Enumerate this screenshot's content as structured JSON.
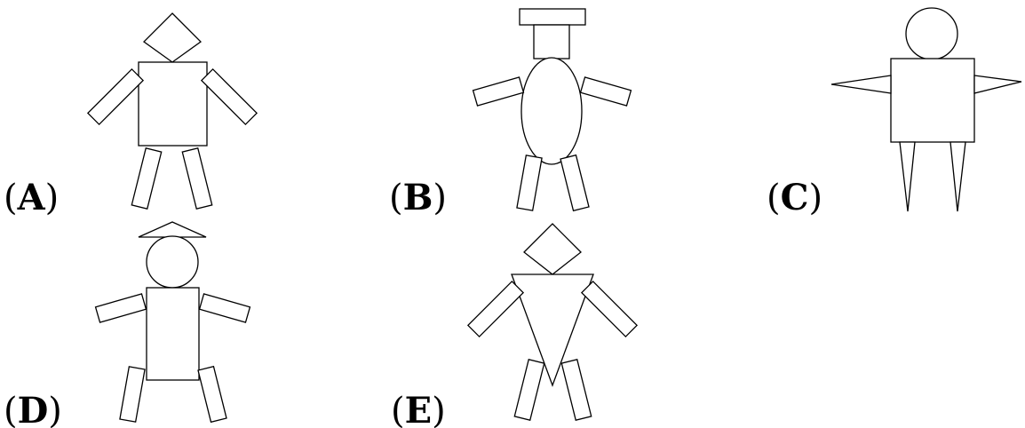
{
  "figures": [
    {
      "id": "A",
      "label_open": "(",
      "letter": "A",
      "label_close": ")"
    },
    {
      "id": "B",
      "label_open": "(",
      "letter": "B",
      "label_close": ")"
    },
    {
      "id": "C",
      "label_open": "(",
      "letter": "C",
      "label_close": ")"
    },
    {
      "id": "D",
      "label_open": "(",
      "letter": "D",
      "label_close": ")"
    },
    {
      "id": "E",
      "label_open": "(",
      "letter": "E",
      "label_close": ")"
    }
  ],
  "colors": {
    "stroke": "#000000",
    "fill": "#ffffff",
    "background": "#ffffff"
  }
}
